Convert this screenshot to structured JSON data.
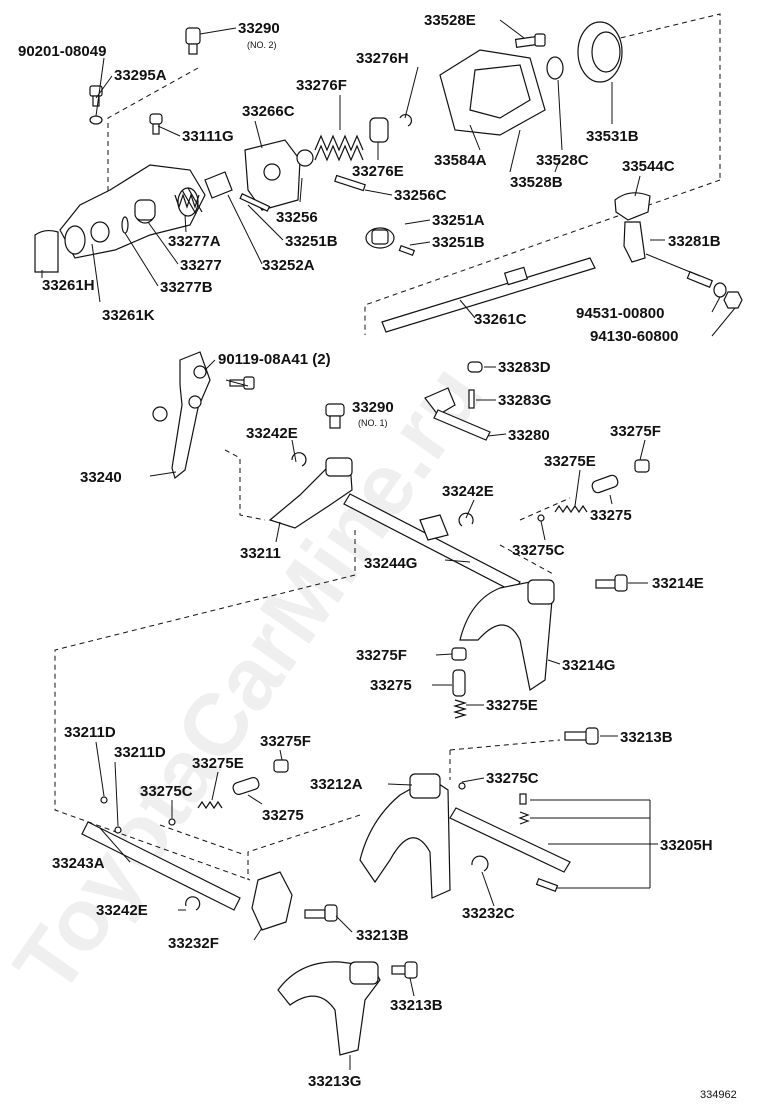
{
  "watermark": "ToyotaCarMine.ru",
  "diagram_number": "334962",
  "labels": {
    "p33290a": "33290",
    "p33290a_note": "(NO. 2)",
    "p33290b": "33290",
    "p33290b_note": "(NO. 1)",
    "p90201_08049": "90201-08049",
    "p33295A": "33295A",
    "p33111G": "33111G",
    "p33266C": "33266C",
    "p33276F": "33276F",
    "p33276H": "33276H",
    "p33276E": "33276E",
    "p33256C": "33256C",
    "p33256": "33256",
    "p33251A": "33251A",
    "p33251B_a": "33251B",
    "p33251B_b": "33251B",
    "p33252A": "33252A",
    "p33277A": "33277A",
    "p33277": "33277",
    "p33277B": "33277B",
    "p33261H": "33261H",
    "p33261K": "33261K",
    "p33528E": "33528E",
    "p33584A": "33584A",
    "p33528C": "33528C",
    "p33528B": "33528B",
    "p33531B": "33531B",
    "p33544C": "33544C",
    "p33281B": "33281B",
    "p94531_00800": "94531-00800",
    "p94130_60800": "94130-60800",
    "p33261C": "33261C",
    "p90119_08A41": "90119-08A41 (2)",
    "p33283D": "33283D",
    "p33283G": "33283G",
    "p33280": "33280",
    "p33242E_a": "33242E",
    "p33240": "33240",
    "p33211": "33211",
    "p33275F_a": "33275F",
    "p33275E_a": "33275E",
    "p33242E_b": "33242E",
    "p33275_a": "33275",
    "p33275C_a": "33275C",
    "p33244G": "33244G",
    "p33214E": "33214E",
    "p33275F_b": "33275F",
    "p33214G": "33214G",
    "p33275_b": "33275",
    "p33275E_b": "33275E",
    "p33211D_a": "33211D",
    "p33211D_b": "33211D",
    "p33275F_c": "33275F",
    "p33275E_c": "33275E",
    "p33275C_b": "33275C",
    "p33275_c": "33275",
    "p33212A": "33212A",
    "p33213B_a": "33213B",
    "p33275C_c": "33275C",
    "p33205H": "33205H",
    "p33243A": "33243A",
    "p33242E_c": "33242E",
    "p33232F": "33232F",
    "p33213B_b": "33213B",
    "p33232C": "33232C",
    "p33213B_c": "33213B",
    "p33213G": "33213G"
  }
}
